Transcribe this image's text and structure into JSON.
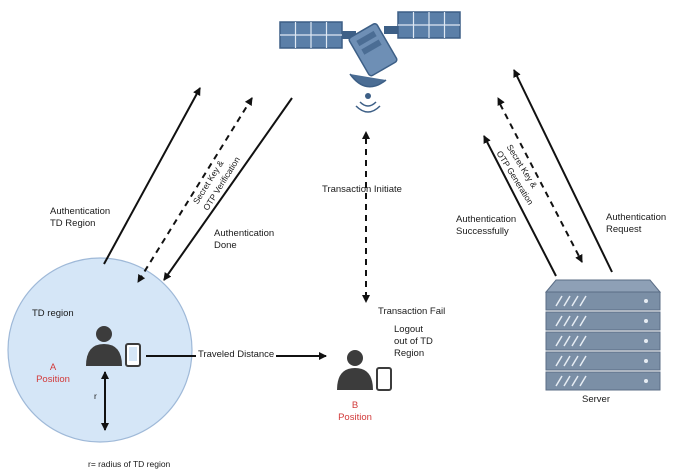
{
  "labels": {
    "auth_td_region_line1": "Authentication",
    "auth_td_region_line2": "TD Region",
    "secret_key_otp_verify_line1": "Secret Key &",
    "secret_key_otp_verify_line2": "OTP Verification",
    "auth_done_line1": "Authentication",
    "auth_done_line2": "Done",
    "transaction_initiate": "Transaction Initiate",
    "auth_success_line1": "Authentication",
    "auth_success_line2": "Successfully",
    "secret_key_otp_gen_line1": "Secret Key &",
    "secret_key_otp_gen_line2": "OTP Generation",
    "auth_request_line1": "Authentication",
    "auth_request_line2": "Request",
    "td_region": "TD region",
    "position_a_line1": "A",
    "position_a_line2": "Position",
    "traveled_distance": "Traveled Distance",
    "position_b_line1": "B",
    "position_b_line2": "Position",
    "transaction_fail": "Transaction Fail",
    "logout_line1": "Logout",
    "logout_line2": "out of TD",
    "logout_line3": "Region",
    "r_label": "r",
    "server": "Server",
    "radius_note": "r= radius of TD region"
  },
  "colors": {
    "region_fill": "#d5e6f7",
    "region_stroke": "#9fb9d8",
    "position_text": "#d23a3a",
    "user_icon": "#3c3c3c",
    "satellite_panel": "#5b7fa8",
    "satellite_body": "#6e8fb5",
    "server_body": "#7b8fa6",
    "arrow": "#111111"
  },
  "icons": [
    "satellite-icon",
    "user-icon",
    "phone-icon",
    "server-icon"
  ]
}
